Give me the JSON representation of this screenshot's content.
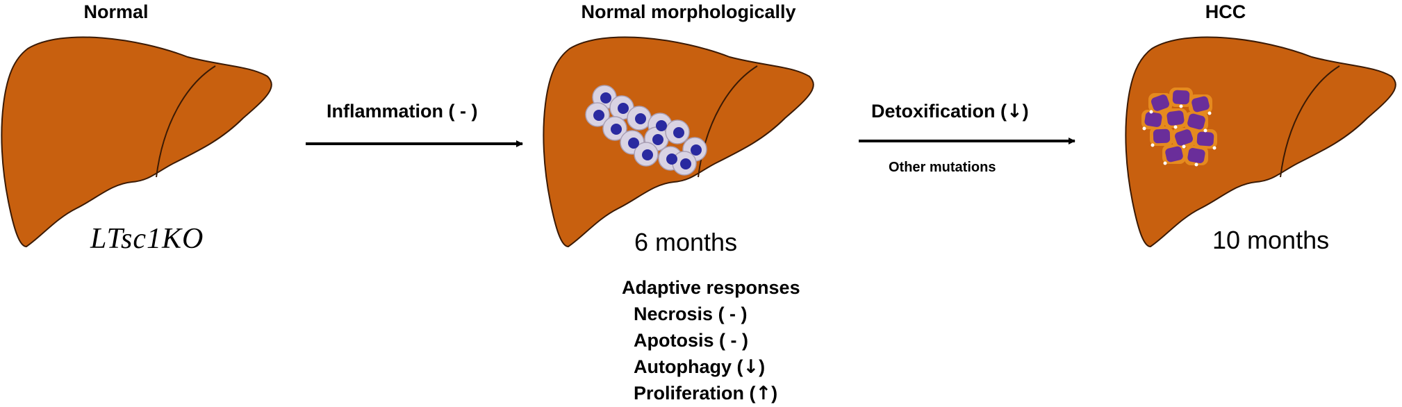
{
  "stages": [
    {
      "title": "Normal",
      "annotation": "LTsc1KO"
    },
    {
      "title": "Normal morphologically",
      "annotation": "6 months"
    },
    {
      "title": "HCC",
      "annotation": "10 months"
    }
  ],
  "transitions": [
    {
      "label": "Inflammation ( - )"
    },
    {
      "label": "Detoxification (",
      "arrow": "↓",
      "close": ")",
      "sublabel": "Other mutations"
    }
  ],
  "adaptive_responses": {
    "heading": "Adaptive responses",
    "items": [
      {
        "name": "Necrosis ( - )",
        "arrow": "",
        "close": ""
      },
      {
        "name": "Apotosis ( - )",
        "arrow": "",
        "close": ""
      },
      {
        "name": "Autophagy (",
        "arrow": "↓",
        "close": ")"
      },
      {
        "name": "Proliferation (",
        "arrow": "↑",
        "close": ")"
      }
    ]
  },
  "colors": {
    "liver": "#c8600f",
    "liver_outline": "#3a1a05",
    "cell_blue": "#2a2aa0",
    "cell_halo": "#d9d3e3",
    "tumor_purple": "#6a2e9a",
    "tumor_orange": "#e58a1f"
  }
}
